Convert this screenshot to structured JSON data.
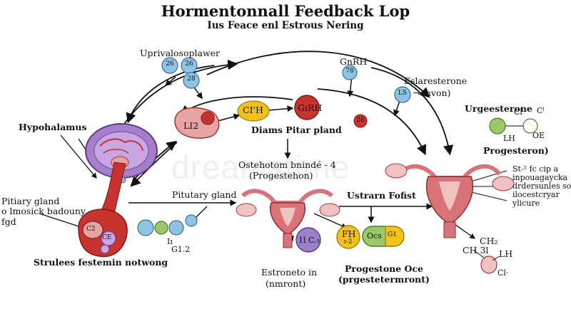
{
  "title": "Hormentonnall Feedback Lop",
  "subtitle": "Ius Feace enl Estrous Nering",
  "labels": {
    "upper_left": "Uprivalosoplawer",
    "gnrh_top": "GnRH",
    "estradiol": "Eslaresterone",
    "estradiol_sub": "¬envon)",
    "urgesterone": "Urgeesterone",
    "progesteron": "Progesteron)",
    "hypothalamus": "Hypohalamus",
    "pitplan_center": "Diams Pitar pland",
    "osteo1": "Ostehotom bnindé - 4",
    "osteo2": "(Progestehon)",
    "pituitary_mid": "Pitutary gland",
    "pituitary_left1": "Pitiary gland",
    "pituitary_left2": "o lmosick badouny",
    "pituitary_left3": "fgd",
    "ustrarn": "Ustrarn Fofist",
    "strules": "Strulees festemin notwong",
    "estroneto1": "Estroneto in",
    "estroneto2": "(nmront)",
    "progestone1": "Progestone Oce",
    "progestone2": "(prgestetermront)",
    "right_note1": "St-² fc cip a",
    "right_note2": "inpouagaycka",
    "right_note3": "drdersunles so",
    "right_note4": "ilocestcryar",
    "right_note5": "ylicure"
  },
  "nodes": {
    "n26a": "26",
    "n26b": "26",
    "n28": "28",
    "n78": "78",
    "ls": "LS",
    "li2": "LI2",
    "clh": "CI'H",
    "gnrh_center": "GıRH",
    "n28b": "28",
    "lh": "LH",
    "ci_top": "Cl",
    "oe": "OE",
    "c_sym": "Cˡ",
    "fh": "FH",
    "fh_sub": "ı·2",
    "ocs": "Ocs",
    "g1": "G1",
    "c3": "1l C.₃",
    "gi2": "G1.2",
    "ii": "Iı",
    "ce": "CE",
    "left_ce2": "C2",
    "ch2": "CH₂",
    "ch3": "CH 3l",
    "lh_bottom": "LH",
    "cl_bottom": "Cl·"
  },
  "watermark": "dreamstime",
  "colors": {
    "pink": "#e8a3a3",
    "uterus": "#d9737a",
    "red": "#c8322f",
    "blue": "#8fc3e3",
    "green": "#9bc86a",
    "yellow": "#f2c21b",
    "purple": "#9b7fc9"
  }
}
